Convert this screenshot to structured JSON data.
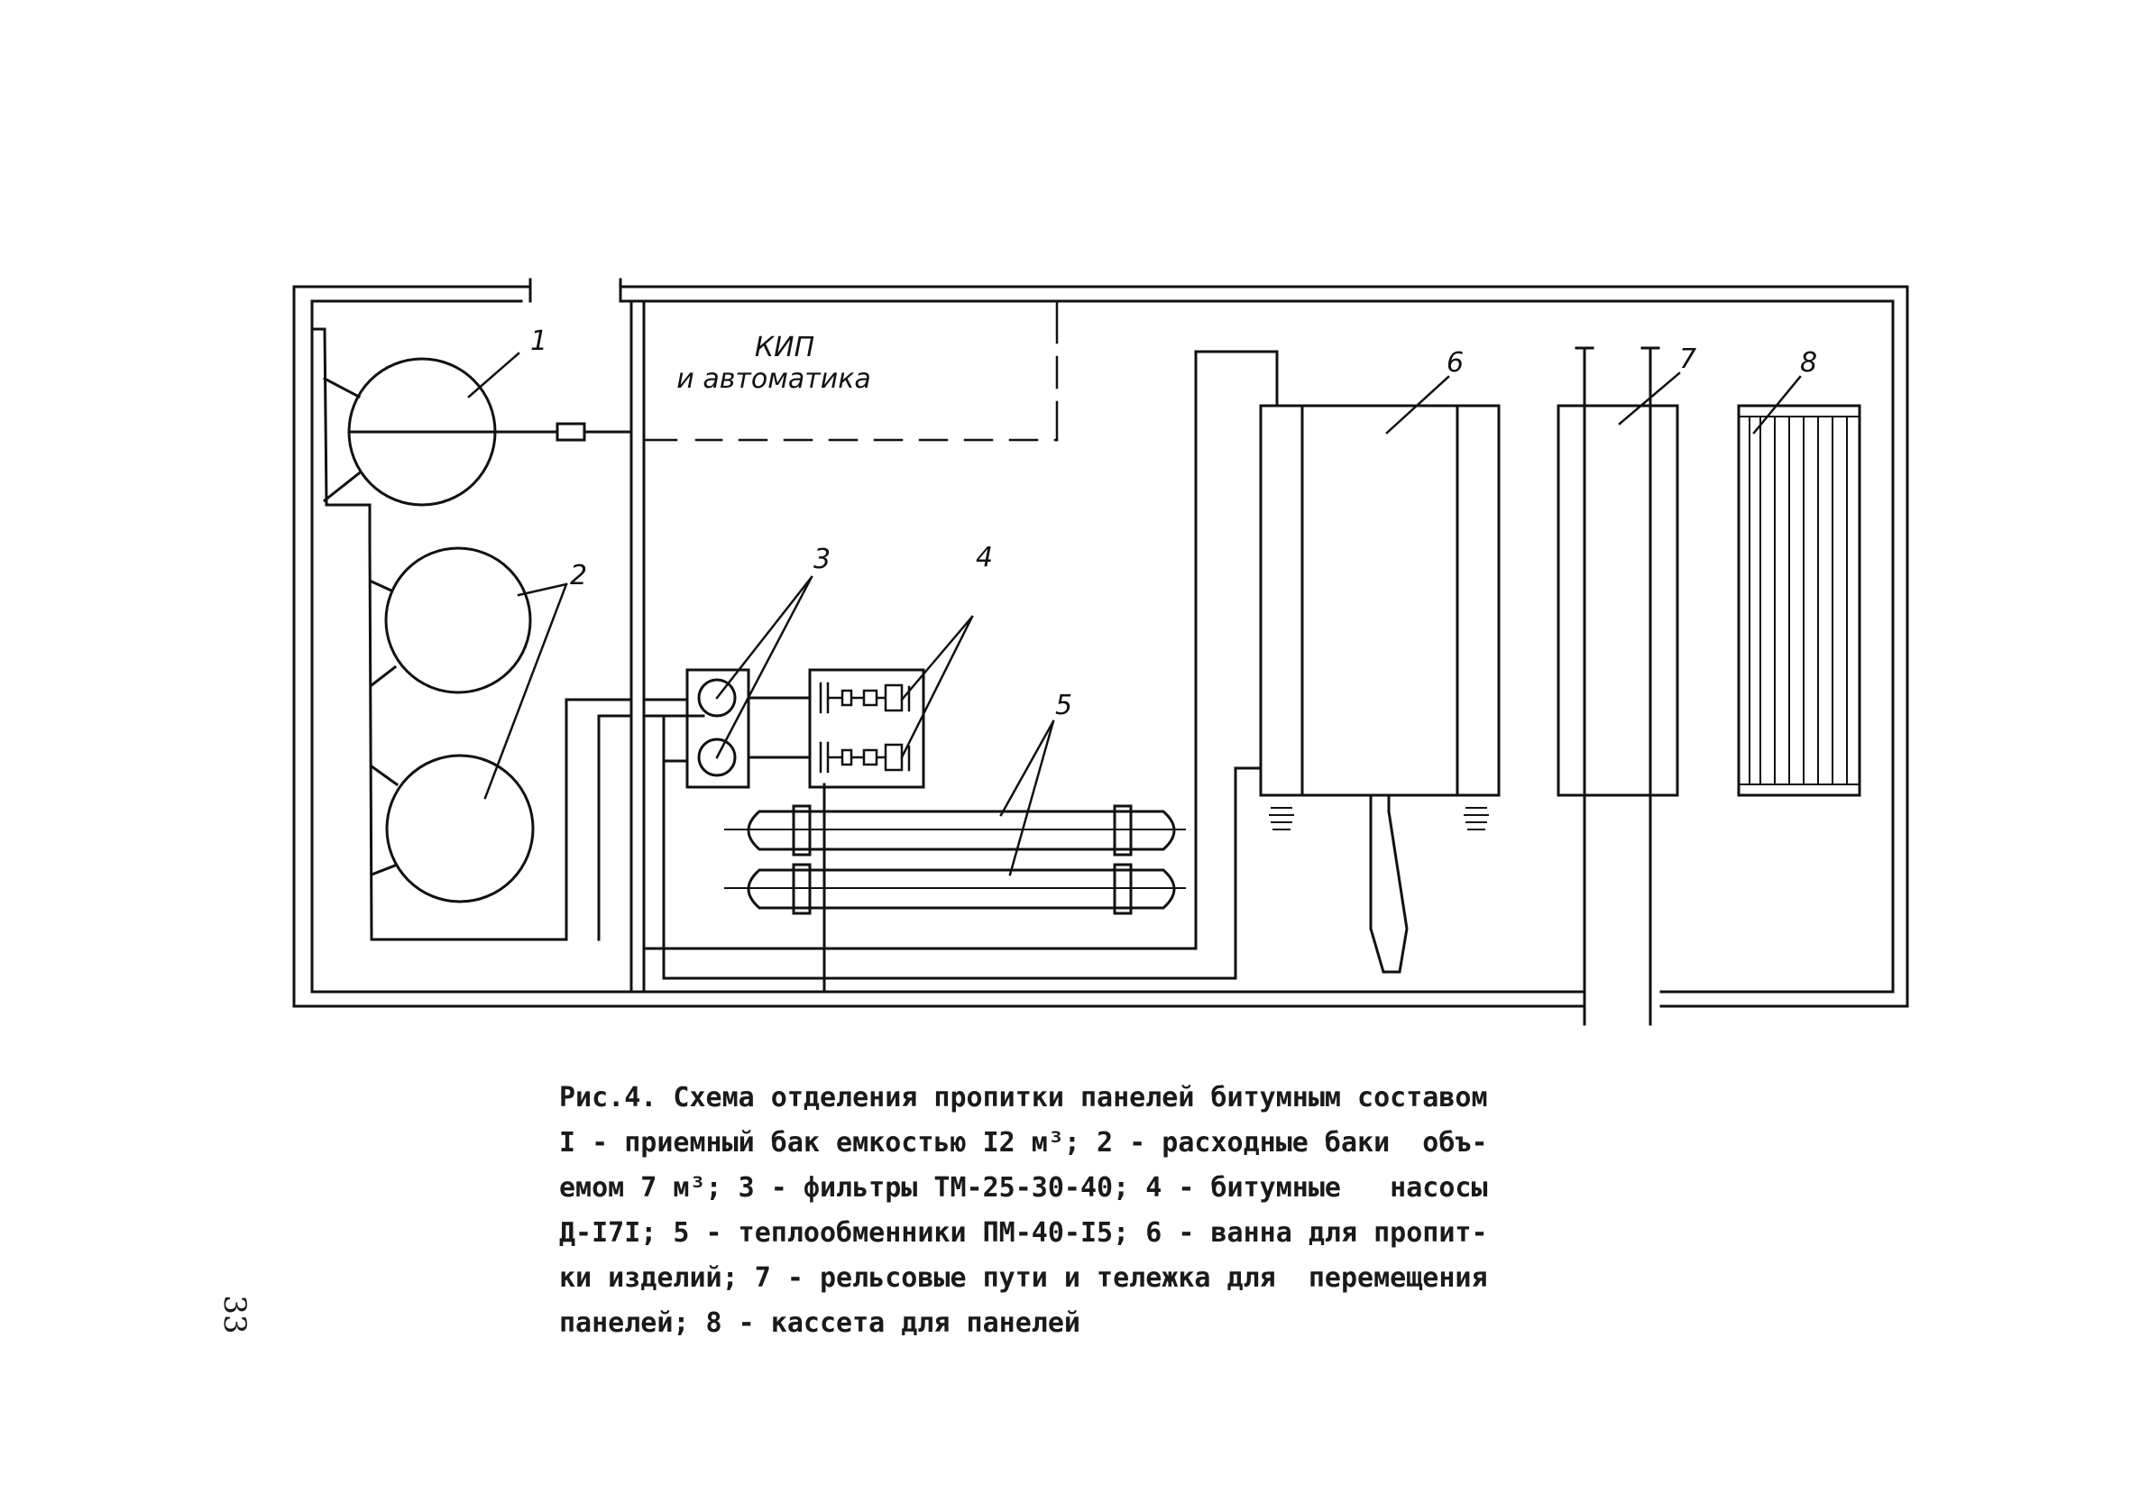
{
  "diagram": {
    "labels": {
      "l1": "1",
      "l2": "2",
      "l3": "3",
      "l4": "4",
      "l5": "5",
      "l6": "6",
      "l7": "7",
      "l8": "8",
      "kip_line1": "КИП",
      "kip_line2": "и автоматика"
    }
  },
  "caption": {
    "lines": [
      "Рис.4. Схема отделения пропитки панелей битумным составом",
      "I - приемный бак емкостью I2 м³; 2 - расходные баки  объ-",
      "емом 7 м³; 3 - фильтры ТМ-25-30-40; 4 - битумные   насосы",
      "Д-I7I; 5 - теплообменники ПМ-40-I5; 6 - ванна для пропит-",
      "ки изделий; 7 - рельсовые пути и тележка для  перемещения",
      "панелей; 8 - кассета для панелей"
    ]
  },
  "page_number": "33"
}
